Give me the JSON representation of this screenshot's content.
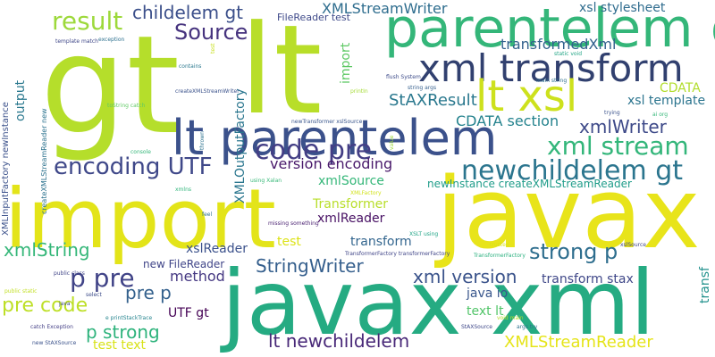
{
  "words": [
    {
      "text": "import",
      "color": "#e3e419"
    },
    {
      "text": "javax",
      "color": "#e8e41a"
    },
    {
      "text": "gt",
      "color": "#b5de2b"
    },
    {
      "text": "lt",
      "color": "#b8de29"
    },
    {
      "text": "javax xml",
      "color": "#25ab82"
    },
    {
      "text": "parentelem gt",
      "color": "#34b679"
    },
    {
      "text": "xml transform",
      "color": "#31406f"
    },
    {
      "text": "lt parentelem",
      "color": "#3b518b"
    },
    {
      "text": "lt xsl",
      "color": "#cde11d"
    },
    {
      "text": "newchildelem gt",
      "color": "#2b758e"
    },
    {
      "text": "xml stream",
      "color": "#33b67a"
    },
    {
      "text": "encoding UTF",
      "color": "#3f4889"
    },
    {
      "text": "result",
      "color": "#9dd93b"
    },
    {
      "text": "childelem gt",
      "color": "#3c508b"
    },
    {
      "text": "Source",
      "color": "#46337e"
    },
    {
      "text": "code pre",
      "color": "#433e85"
    },
    {
      "text": "XMLStreamWriter",
      "color": "#2e6d8e"
    },
    {
      "text": "xsl stylesheet",
      "color": "#2f6c8e"
    },
    {
      "text": "transformedXml",
      "color": "#33628d"
    },
    {
      "text": "xmlWriter",
      "color": "#3e4a89"
    },
    {
      "text": "CDATA section",
      "color": "#25838e"
    },
    {
      "text": "StAXResult",
      "color": "#2a788e"
    },
    {
      "text": "CDATA",
      "color": "#b2dd2d"
    },
    {
      "text": "xsl template",
      "color": "#2b748e"
    },
    {
      "text": "version encoding",
      "color": "#48186a"
    },
    {
      "text": "xmlSource",
      "color": "#35b779"
    },
    {
      "text": "newInstance createXMLStreamReader",
      "color": "#1e9c89"
    },
    {
      "text": "Transformer",
      "color": "#b8de29"
    },
    {
      "text": "xmlReader",
      "color": "#471063"
    },
    {
      "text": "xmlString",
      "color": "#35b779"
    },
    {
      "text": "test",
      "color": "#dde318"
    },
    {
      "text": "transform",
      "color": "#32658e"
    },
    {
      "text": "strong p",
      "color": "#2e6e8e"
    },
    {
      "text": "StringWriter",
      "color": "#355f8d"
    },
    {
      "text": "p pre",
      "color": "#404387"
    },
    {
      "text": "method",
      "color": "#453882"
    },
    {
      "text": "xml version",
      "color": "#3a538b"
    },
    {
      "text": "pre p",
      "color": "#34618d"
    },
    {
      "text": "pre code",
      "color": "#bddf26"
    },
    {
      "text": "java io",
      "color": "#39568c"
    },
    {
      "text": "transform stax",
      "color": "#3f4788"
    },
    {
      "text": "UTF gt",
      "color": "#440154"
    },
    {
      "text": "text lt",
      "color": "#52c569"
    },
    {
      "text": "p strong",
      "color": "#2eb37c"
    },
    {
      "text": "test text",
      "color": "#d8e219"
    },
    {
      "text": "lt newchildelem",
      "color": "#482878"
    },
    {
      "text": "XMLStreamReader",
      "color": "#e5e419"
    },
    {
      "text": "output",
      "color": "#2a788e"
    },
    {
      "text": "XMLInputFactory newInstance",
      "color": "#3b518b"
    },
    {
      "text": "createXMLStreamReader new",
      "color": "#2c728e"
    },
    {
      "text": "XMLOutputFactory",
      "color": "#2a768e"
    },
    {
      "text": "import",
      "color": "#5cc863"
    },
    {
      "text": "transf",
      "color": "#21918c"
    },
    {
      "text": "xslReader",
      "color": "#3b518b"
    },
    {
      "text": "new FileReader",
      "color": "#404588"
    },
    {
      "text": "FileReader test",
      "color": "#3e4989"
    },
    {
      "text": "template match",
      "color": "#3f4788"
    },
    {
      "text": "exception",
      "color": "#2d708e"
    },
    {
      "text": "contains",
      "color": "#2a788e"
    },
    {
      "text": "createXMLStreamWriter",
      "color": "#3b528b"
    },
    {
      "text": "toString catch",
      "color": "#5ec962"
    },
    {
      "text": "console",
      "color": "#35b779"
    },
    {
      "text": "flush System",
      "color": "#3e4c8a"
    },
    {
      "text": "string args",
      "color": "#355f8d"
    },
    {
      "text": "static void",
      "color": "#21a585"
    },
    {
      "text": "main string",
      "color": "#2e6f8e"
    },
    {
      "text": "newTransformer xslSource",
      "color": "#39558c"
    },
    {
      "text": "printIn",
      "color": "#a5db36"
    },
    {
      "text": "missing something",
      "color": "#481f70"
    },
    {
      "text": "using Xalan",
      "color": "#37b878"
    },
    {
      "text": "xmlns",
      "color": "#31b57b"
    },
    {
      "text": "feel",
      "color": "#2c718e"
    },
    {
      "text": "public class",
      "color": "#404588"
    },
    {
      "text": "public static",
      "color": "#c2df23"
    },
    {
      "text": "java",
      "color": "#3e4c8a"
    },
    {
      "text": "select",
      "color": "#3d4d8a"
    },
    {
      "text": "e printStackTrace",
      "color": "#25848e"
    },
    {
      "text": "catch Exception",
      "color": "#433e85"
    },
    {
      "text": "new StAXSource",
      "color": "#3b528b"
    },
    {
      "text": "StAXSource",
      "color": "#3f4889"
    },
    {
      "text": "args try",
      "color": "#2c728e"
    },
    {
      "text": "void main",
      "color": "#b8de29"
    },
    {
      "text": "TransformerFactory transformerFactory",
      "color": "#404588"
    },
    {
      "text": "XSLT using",
      "color": "#20a486"
    },
    {
      "text": "XMLFactory",
      "color": "#d2e21b"
    },
    {
      "text": "ai org",
      "color": "#35b779"
    },
    {
      "text": "trying",
      "color": "#3b528b"
    },
    {
      "text": "xslSource",
      "color": "#404588"
    },
    {
      "text": "TransformerFactory",
      "color": "#2ab07f"
    },
    {
      "text": "trustee",
      "color": "#d8e219"
    },
    {
      "text": "value",
      "color": "#9fda3a"
    },
    {
      "text": "thrown",
      "color": "#2c728e"
    },
    {
      "text": "test",
      "color": "#c8e020"
    }
  ]
}
